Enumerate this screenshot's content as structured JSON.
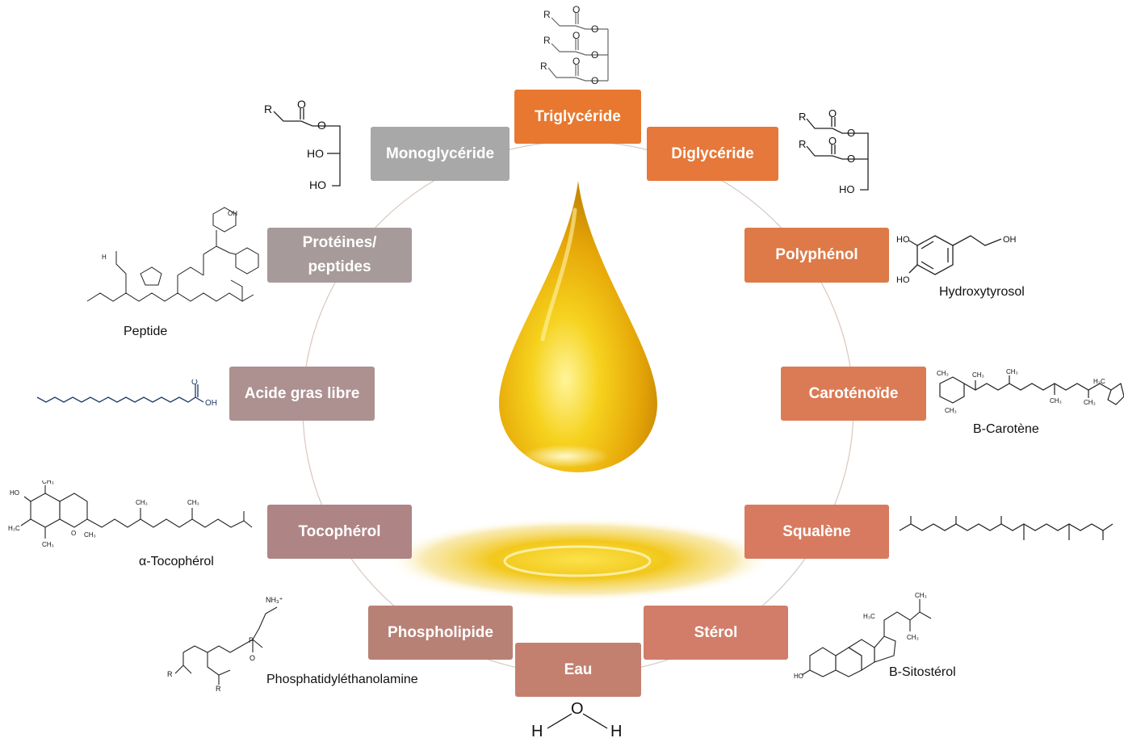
{
  "components": [
    {
      "id": "triglyceride",
      "label": "Triglycéride",
      "color": "#E8782F"
    },
    {
      "id": "diglyceride",
      "label": "Diglycéride",
      "color": "#E5783A"
    },
    {
      "id": "monoglyceride",
      "label": "Monoglycéride",
      "color": "#A8A8A8"
    },
    {
      "id": "proteines",
      "label": "Protéines/ peptides",
      "color": "#A79A9A"
    },
    {
      "id": "polyphenol",
      "label": "Polyphénol",
      "color": "#DD7A48"
    },
    {
      "id": "acide-gras-libre",
      "label": "Acide gras libre",
      "color": "#AD9090"
    },
    {
      "id": "carotenoide",
      "label": "Caroténoïde",
      "color": "#DB7B55"
    },
    {
      "id": "tocopherol",
      "label": "Tocophérol",
      "color": "#AE8484"
    },
    {
      "id": "squalene",
      "label": "Squalène",
      "color": "#D87A5F"
    },
    {
      "id": "phospholipide",
      "label": "Phospholipide",
      "color": "#B88175"
    },
    {
      "id": "sterol",
      "label": "Stérol",
      "color": "#D17D69"
    },
    {
      "id": "eau",
      "label": "Eau",
      "color": "#C3806F"
    }
  ],
  "molecules": {
    "hydroxytyrosol": "Hydroxytyrosol",
    "carotene": "Β-Carotène",
    "peptide": "Peptide",
    "tocopherol": "α-Tocophérol",
    "phosphatidylethanolamine": "Phosphatidyléthanolamine",
    "sitosterol": "Β-Sitostérol"
  },
  "atoms": {
    "r": "R",
    "o": "O",
    "ho": "HO",
    "h": "H",
    "oh": "OH",
    "nh3": "NH₃⁺",
    "p": "P",
    "ch3": "CH₃",
    "h3c": "H₃C"
  }
}
